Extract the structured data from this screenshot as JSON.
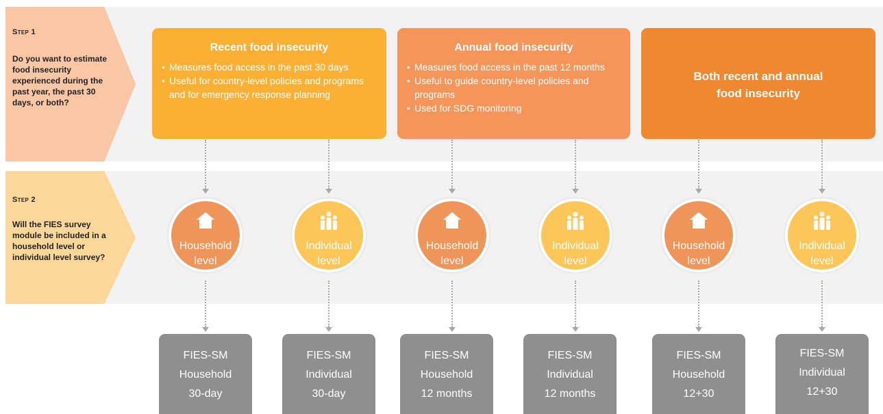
{
  "step1": {
    "title": "Step 1",
    "question": "Do you want to estimate food insecurity experienced during the past year, the past 30 days, or both?"
  },
  "step2": {
    "title": "Step 2",
    "question": "Will the FIES survey module be included in a household level or individual level survey?"
  },
  "periods": [
    {
      "title": "Recent food insecurity",
      "bullets": [
        "Measures food access in the past 30 days",
        "Useful for country-level policies and programs and for emergency response planning"
      ]
    },
    {
      "title": "Annual food insecurity",
      "bullets": [
        "Measures food access in the past 12 months",
        "Useful to guide country-level policies and programs",
        "Used for SDG monitoring"
      ]
    },
    {
      "title": "Both recent and annual food insecurity",
      "bullets": []
    }
  ],
  "levels": [
    {
      "line1": "Household",
      "line2": "level",
      "icon": "house-icon"
    },
    {
      "line1": "Individual",
      "line2": "level",
      "icon": "people-icon"
    },
    {
      "line1": "Household",
      "line2": "level",
      "icon": "house-icon"
    },
    {
      "line1": "Individual",
      "line2": "level",
      "icon": "people-icon"
    },
    {
      "line1": "Household",
      "line2": "level",
      "icon": "house-icon"
    },
    {
      "line1": "Individual",
      "line2": "level",
      "icon": "people-icon"
    }
  ],
  "results": [
    {
      "line1": "FIES-SM",
      "line2": "Household",
      "line3": "30-day"
    },
    {
      "line1": "FIES-SM",
      "line2": "Individual",
      "line3": "30-day"
    },
    {
      "line1": "FIES-SM",
      "line2": "Household",
      "line3": "12 months"
    },
    {
      "line1": "FIES-SM",
      "line2": "Individual",
      "line3": "12 months"
    },
    {
      "line1": "FIES-SM",
      "line2": "Household",
      "line3": "12+30"
    },
    {
      "line1": "FIES-SM",
      "line2": "Individual",
      "line3": "12+30"
    }
  ],
  "colors": {
    "recent": "#fbb033",
    "annual": "#f5955a",
    "both": "#f0882f",
    "household": "#f0955a",
    "individual": "#fcc659",
    "result": "#8f8f8f",
    "step1": "#f9c7a6",
    "step2": "#fcd79a"
  }
}
